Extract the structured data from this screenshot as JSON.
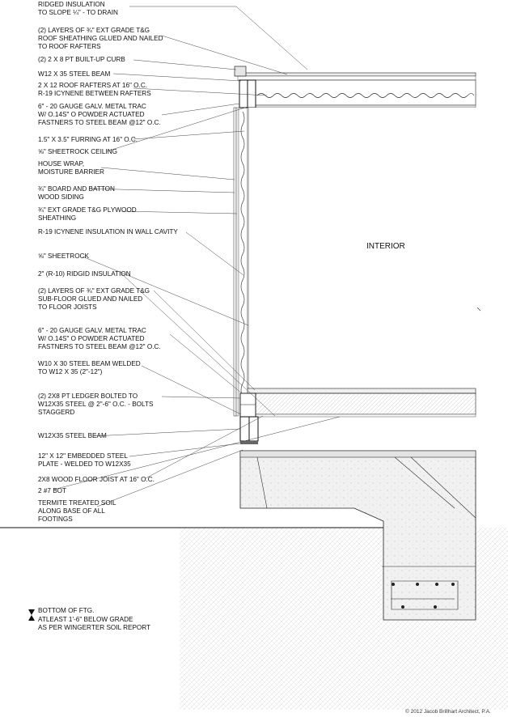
{
  "labels": [
    {
      "lines": [
        "RIDGED INSULATION",
        "TO SLOPE ¼\" - TO DRAIN"
      ]
    },
    {
      "lines": [
        "(2) LAYERS OF ¾\" EXT GRADE T&G",
        "ROOF SHEATHING GLUED AND NAILED",
        "TO ROOF RAFTERS"
      ]
    },
    {
      "lines": [
        "(2) 2 X 8 PT BUILT-UP CURB"
      ]
    },
    {
      "lines": [
        "W12 X 35 STEEL BEAM"
      ]
    },
    {
      "lines": [
        "2 X 12 ROOF RAFTERS AT 16\" O.C.",
        "R-19 ICYNENE BETWEEN RAFTERS"
      ]
    },
    {
      "lines": [
        "6\" - 20 GAUGE GALV. METAL TRAC",
        "W/ O.14S\" O POWDER ACTUATED",
        "FASTNERS TO STEEL BEAM @12\" O.C."
      ]
    },
    {
      "lines": [
        "1.5\" X 3.5\" FURRING AT 16\" O.C."
      ]
    },
    {
      "lines": [
        "⅝\" SHEETROCK CEILING"
      ]
    },
    {
      "lines": [
        "HOUSE WRAP,",
        "MOISTURE BARRIER"
      ]
    },
    {
      "lines": [
        "¾\" BOARD AND BATTON",
        "WOOD SIDING"
      ]
    },
    {
      "lines": [
        "¾\" EXT GRADE T&G PLYWOOD",
        "SHEATHING"
      ]
    },
    {
      "lines": [
        "R-19 ICYNENE INSULATION IN WALL CAVITY"
      ]
    },
    {
      "lines": [
        "⅝\" SHEETROCK"
      ]
    },
    {
      "lines": [
        "2\" (R-10) RIDGID INSULATION"
      ]
    },
    {
      "lines": [
        "(2) LAYERS OF ¾\" EXT GRADE T&G",
        "SUB-FLOOR GLUED AND NAILED",
        "TO FLOOR JOISTS"
      ]
    },
    {
      "lines": [
        "6\" - 20 GAUGE GALV. METAL TRAC",
        "W/ O.14S\" O POWDER ACTUATED",
        "FASTNERS TO STEEL BEAM @12\" O.C."
      ]
    },
    {
      "lines": [
        "W10 X 30 STEEL BEAM WELDED",
        "TO W12 X 35 (2\"-12\")"
      ]
    },
    {
      "lines": [
        "(2) 2X8 PT LEDGER BOLTED TO",
        "W12X35 STEEL @ 2\"-6\" O.C. - BOLTS",
        "STAGGERD"
      ]
    },
    {
      "lines": [
        "W12X35 STEEL BEAM"
      ]
    },
    {
      "lines": [
        "12\" X 12\" EMBEDDED STEEL",
        "PLATE - WELDED TO W12X35"
      ]
    },
    {
      "lines": [
        "2X8 WOOD FLOOR JOIST AT 16\" O.C."
      ]
    },
    {
      "lines": [
        "2 #7 BOT"
      ]
    },
    {
      "lines": [
        "TERMITE TREATED SOIL",
        "ALONG BASE OF ALL",
        "FOOTINGS"
      ]
    }
  ],
  "bottom_note": {
    "lines": [
      "BOTTOM OF FTG.",
      "ATLEAST 1'-6\" BELOW GRADE",
      "AS PER WINGERTER SOIL REPORT"
    ]
  },
  "room_label": "INTERIOR",
  "copyright": "© 2012 Jacob Brillhart Architect, P.A."
}
